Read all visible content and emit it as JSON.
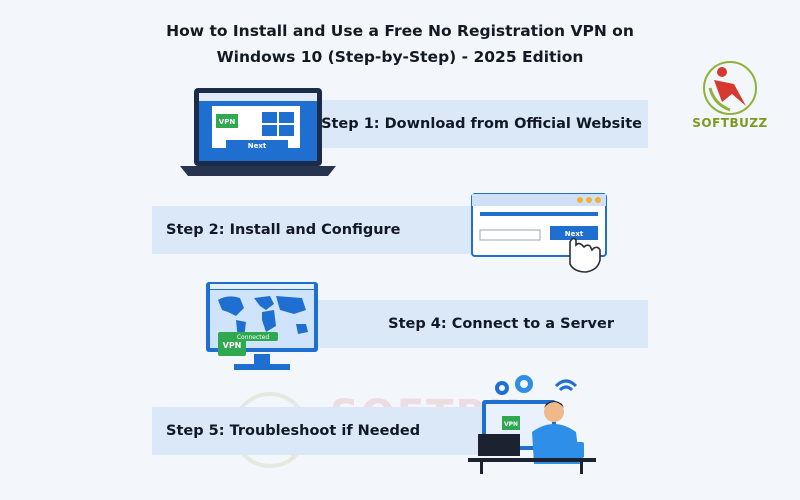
{
  "title": {
    "line1": "How to Install and Use a Free No Registration VPN on",
    "line2": "Windows 10 (Step-by-Step) - 2025 Edition"
  },
  "brand": {
    "name": "SOFTBUZZ",
    "watermark": "SOFTBU"
  },
  "steps": [
    {
      "label": "Step 1: Download from Official Website"
    },
    {
      "label": "Step 2: Install and Configure"
    },
    {
      "label": "Step 4: Connect to a Server"
    },
    {
      "label": "Step 5: Troubleshoot if Needed"
    }
  ],
  "illustrations": {
    "step1": {
      "button": "Next",
      "badge": "VPN"
    },
    "step2": {
      "button": "Next"
    },
    "step4": {
      "badge": "VPN",
      "status": "Connected"
    },
    "step5": {
      "badge": "VPN"
    }
  },
  "colors": {
    "band": "#dbe8f7",
    "accent_blue": "#1f6fd1",
    "green": "#2fa84f",
    "brand_green": "#7a9a1e",
    "brand_red": "#d63a2f"
  },
  "icons": [
    "laptop-icon",
    "windows-logo-icon",
    "browser-window-icon",
    "hand-cursor-icon",
    "monitor-icon",
    "world-map-icon",
    "gear-icon",
    "wifi-icon",
    "person-icon"
  ]
}
